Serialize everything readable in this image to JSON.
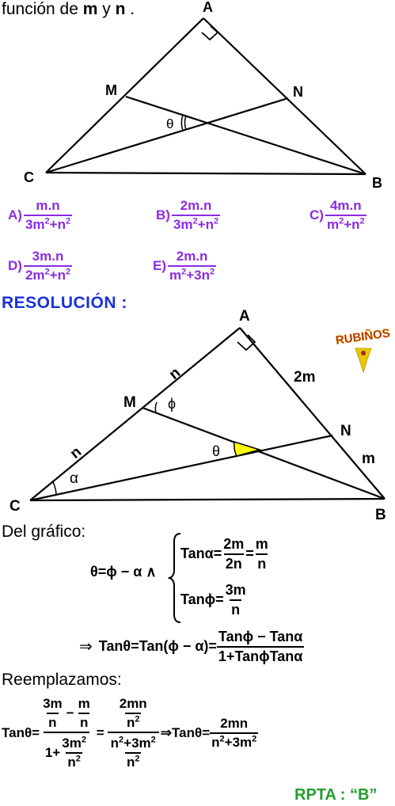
{
  "intro": {
    "prefix": "función de ",
    "m": "m",
    "mid": " y ",
    "n": "n",
    "suffix": " ."
  },
  "fig1": {
    "A": "A",
    "B": "B",
    "C": "C",
    "M": "M",
    "N": "N",
    "theta": "θ"
  },
  "options": [
    {
      "label": "A)",
      "num": "m.n",
      "den_a": "3m",
      "den_b": "+n"
    },
    {
      "label": "B)",
      "num": "2m.n",
      "den_a": "3m",
      "den_b": "+n"
    },
    {
      "label": "C)",
      "num": "4m.n",
      "den_a": "m",
      "den_b": "+n"
    },
    {
      "label": "D)",
      "num": "3m.n",
      "den_a": "2m",
      "den_b": "+n"
    },
    {
      "label": "E)",
      "num": "2m.n",
      "den_a": "m",
      "den_b": "+3n"
    }
  ],
  "resolution_title": "RESOLUCIÓN :",
  "fig2": {
    "A": "A",
    "B": "B",
    "C": "C",
    "M": "M",
    "N": "N",
    "n1": "n",
    "n2": "n",
    "two_m": "2m",
    "m": "m",
    "phi": "ϕ",
    "theta": "θ",
    "alpha": "α"
  },
  "logo": {
    "text": "RUBIÑOS"
  },
  "del_grafico": "Del gráfico:",
  "relation": {
    "lhs": "θ=ϕ − α ∧",
    "tan_alpha": "Tanα=",
    "f1n": "2m",
    "f1d": "2n",
    "eq": "=",
    "f2n": "m",
    "f2d": "n",
    "tan_phi": "Tanϕ=",
    "f3n": "3m",
    "f3d": "n"
  },
  "implies": {
    "arrow": "⇒",
    "lhs": "Tanθ=Tan(ϕ − α)=",
    "num": "Tanϕ − Tanα",
    "den": "1+TanϕTanα"
  },
  "reemplazamos": "Reemplazamos:",
  "final": {
    "lhs": "Tanθ=",
    "n1": "3m",
    "d1": "n",
    "minus": "−",
    "n2": "m",
    "d2": "n",
    "one_plus": "1+",
    "n3": "3m",
    "d3": "n",
    "eq": "=",
    "big_num": "2mn",
    "big_num_den": "n",
    "big_den_a": "n",
    "big_den_b": "+3m",
    "big_den_den": "n",
    "arrow": "⇒Tanθ=",
    "res_num": "2mn",
    "res_den_a": "n",
    "res_den_b": "+3m"
  },
  "rpta": "RPTA : “B”",
  "accent_colors": {
    "options": "#8a2be2",
    "title": "#1a32d8",
    "answer": "#1f9e2b",
    "angle_fill": "#ffff00"
  }
}
